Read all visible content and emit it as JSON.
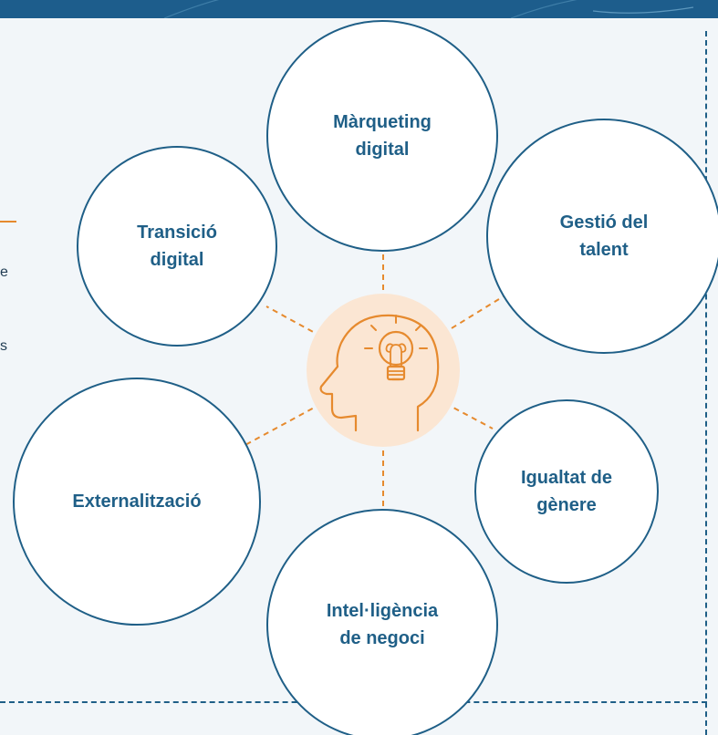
{
  "colors": {
    "navy": "#1f5f87",
    "orange": "#e68a2e",
    "halo": "#fbe6d3",
    "background": "#f2f6f9"
  },
  "center": {
    "icon": "head-with-lightbulb-icon"
  },
  "nodes": [
    {
      "id": "marqueting",
      "label": "Màrqueting\ndigital"
    },
    {
      "id": "gestio",
      "label": "Gestió del\ntalent"
    },
    {
      "id": "igualtat",
      "label": "Igualtat de\ngènere"
    },
    {
      "id": "intel",
      "label": "Intel·ligència\nde negoci"
    },
    {
      "id": "externalitzacio",
      "label": "Externalització"
    },
    {
      "id": "transicio",
      "label": "Transició\ndigital"
    }
  ],
  "cropped_text": {
    "char_1": "e",
    "char_2": "s"
  }
}
